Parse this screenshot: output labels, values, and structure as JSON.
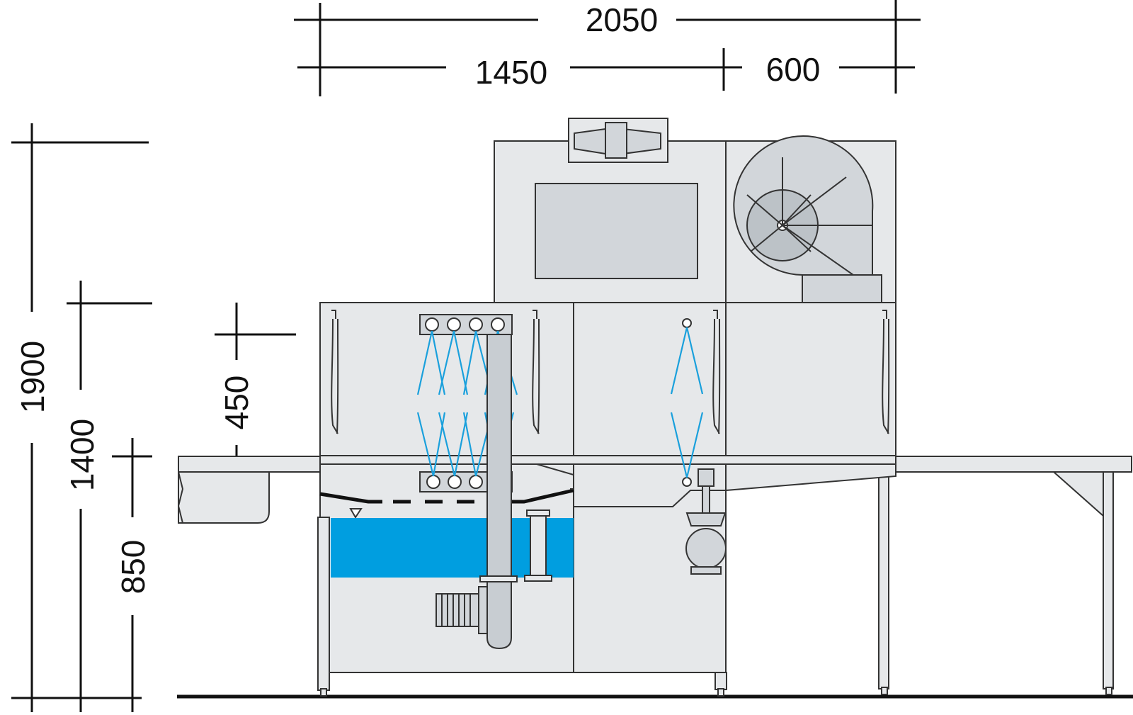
{
  "dimensions": {
    "overall_width": "2050",
    "left_section_width": "1450",
    "right_section_width": "600",
    "total_height": "1900",
    "upper_height": "1400",
    "opening_height": "450",
    "table_height": "850"
  },
  "colors": {
    "water": "#009ee0",
    "spray": "#1aa0dc",
    "machine_body": "#e6e8ea",
    "panel": "#d2d6da",
    "line": "#111111"
  }
}
